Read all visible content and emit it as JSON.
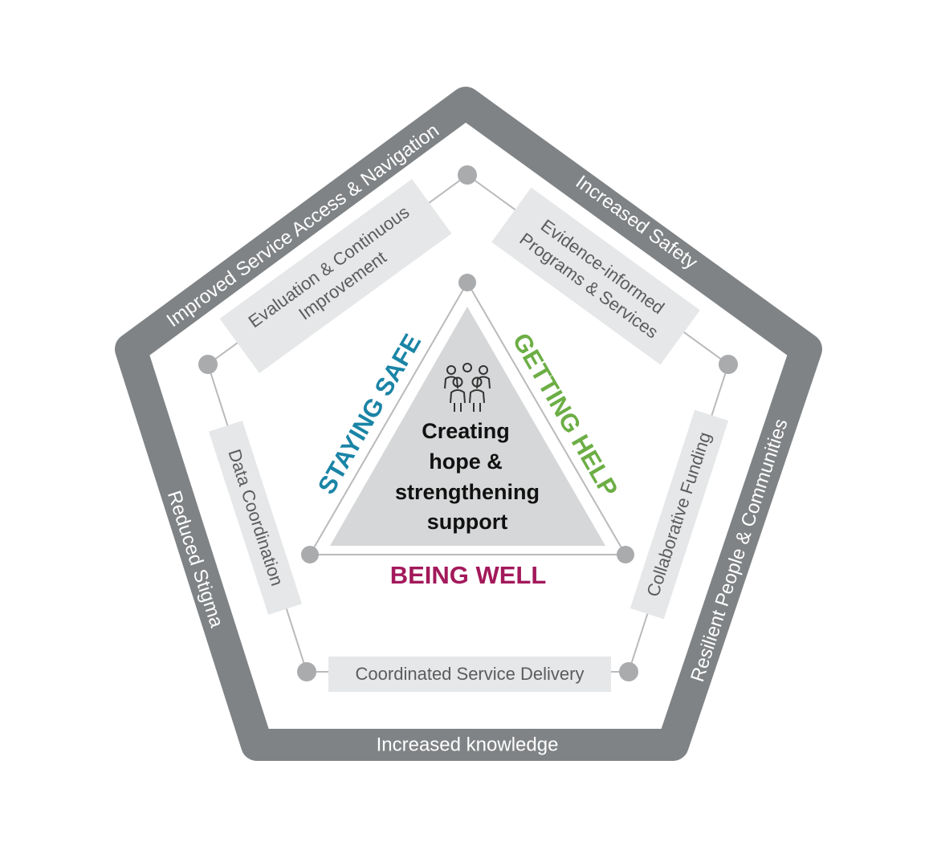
{
  "outer_outcomes": {
    "top_left": "Improved Service Access & Navigation",
    "top_right": "Increased Safety",
    "right": "Resilient People & Communities",
    "bottom": "Increased knowledge",
    "left": "Reduced Stigma"
  },
  "strategies": {
    "evaluation_line1": "Evaluation & Continuous",
    "evaluation_line2": "Improvement",
    "evidence_line1": "Evidence-informed",
    "evidence_line2": "Programs & Services",
    "data_coordination": "Data Coordination",
    "collaborative_funding": "Collaborative Funding",
    "coordinated_service": "Coordinated Service Delivery"
  },
  "themes": {
    "staying_safe": "STAYING SAFE",
    "getting_help": "GETTING HELP",
    "being_well": "BEING WELL"
  },
  "center": {
    "line1": "Creating",
    "line2": "hope &",
    "line3": "strengthening",
    "line4": "support"
  },
  "icons": {
    "center": "people-group-icon"
  },
  "colors": {
    "outer_pentagon": "#808385",
    "connector_line": "#b8babc",
    "node": "#a9abad",
    "label_box": "#e6e7e8",
    "center_triangle": "#d6d7d8",
    "staying_safe": "#1a84a6",
    "getting_help": "#6cae45",
    "being_well": "#a3195b"
  }
}
